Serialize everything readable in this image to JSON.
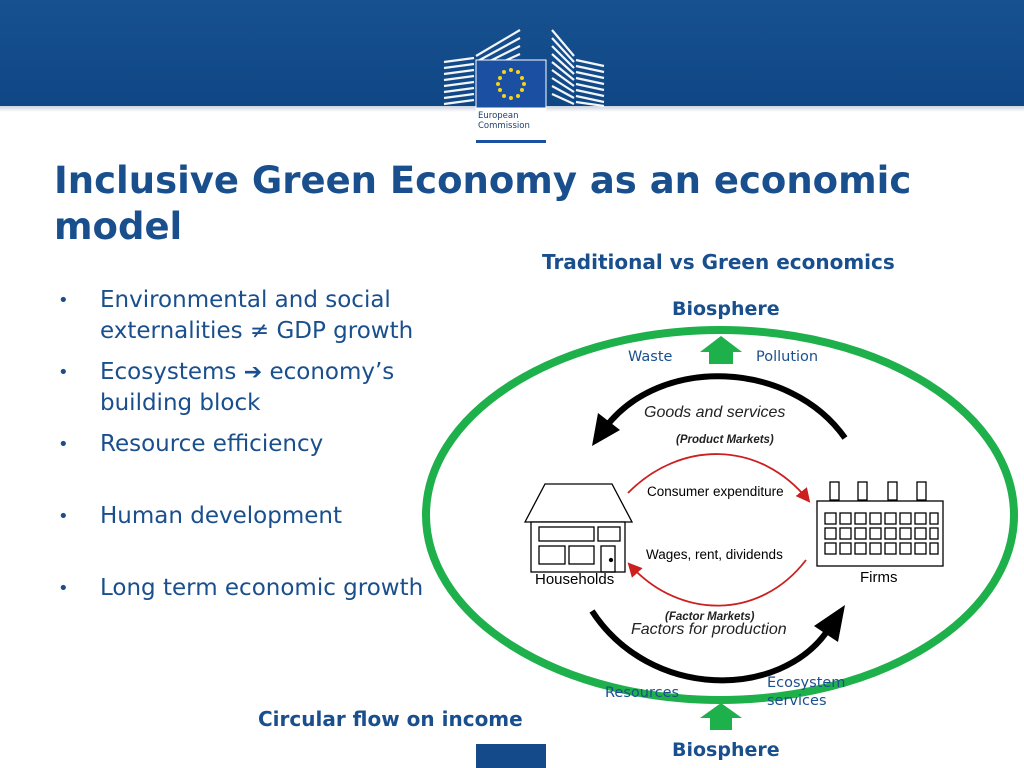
{
  "header": {
    "logo_text": [
      "European",
      "Commission"
    ],
    "colors": {
      "bar": "#15498a",
      "title": "#1a4f8e",
      "ellipse": "#1db04b",
      "arrow_red": "#cc1f1f"
    }
  },
  "title": "Inclusive Green Economy as an economic model",
  "bullets": [
    {
      "text": "Environmental and social externalities ≠ GDP growth"
    },
    {
      "before": "Ecosystems",
      "arrow": "➔",
      "after": "economy’s building block"
    },
    {
      "text": "Resource efficiency"
    },
    {
      "text": "Human development"
    },
    {
      "text": "Long term economic growth"
    }
  ],
  "left_caption": "Circular flow on income",
  "diagram": {
    "heading": "Traditional vs Green economics",
    "biosphere_top": "Biosphere",
    "biosphere_bottom": "Biosphere",
    "waste": "Waste",
    "pollution": "Pollution",
    "resources": "Resources",
    "ecosystem_services": [
      "Ecosystem",
      "services"
    ],
    "goods_services": "Goods and services",
    "product_markets": "(Product Markets)",
    "consumer_expenditure": "Consumer expenditure",
    "wages": "Wages, rent, dividends",
    "factor_markets": "(Factor Markets)",
    "factors_production": "Factors for production",
    "households": "Households",
    "firms": "Firms"
  }
}
